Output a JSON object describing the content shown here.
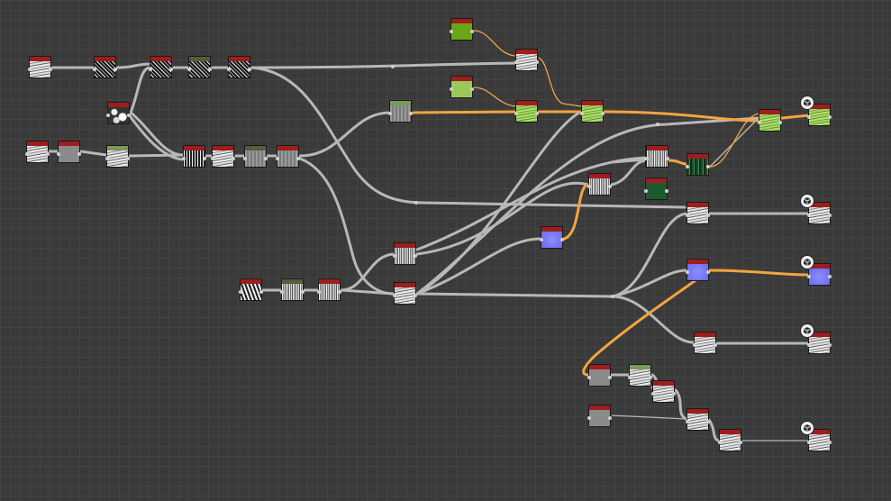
{
  "app": {
    "view": "node-graph-editor"
  },
  "colors": {
    "canvas": "#3a3a3a",
    "grid": "#444444",
    "edge": "#b8b8b8",
    "edge_highlight": "#f2a540",
    "header_red": "#9e1e1e",
    "header_olive": "#5c5a3a",
    "header_green": "#7a9a5a",
    "node_green": "#6aa617",
    "node_lightgreen": "#9cc85a",
    "node_darkgreen": "#1f5a2e",
    "node_blue": "#7b7bff"
  },
  "nodes": [
    {
      "id": "n1",
      "hdr": "red",
      "pattern": "noise-a"
    },
    {
      "id": "n2",
      "hdr": "red",
      "pattern": "noise-b"
    },
    {
      "id": "n3",
      "hdr": "red",
      "pattern": "noise-b"
    },
    {
      "id": "n4",
      "hdr": "olive",
      "pattern": "noise-b"
    },
    {
      "id": "n5",
      "hdr": "red",
      "pattern": "noise-b"
    },
    {
      "id": "n6",
      "hdr": "red",
      "pattern": "blobs"
    },
    {
      "id": "n7",
      "hdr": "red",
      "pattern": "noise-a"
    },
    {
      "id": "n8",
      "hdr": "red",
      "pattern": "grey"
    },
    {
      "id": "n9",
      "hdr": "green",
      "pattern": "noise-a"
    },
    {
      "id": "n10",
      "hdr": "red",
      "pattern": "speckle"
    },
    {
      "id": "n11",
      "hdr": "red",
      "pattern": "noise-a"
    },
    {
      "id": "n12",
      "hdr": "olive",
      "pattern": "grey-stripes"
    },
    {
      "id": "n13",
      "hdr": "red",
      "pattern": "grey-stripes"
    },
    {
      "id": "n14",
      "hdr": "green",
      "pattern": "grey-stripes"
    },
    {
      "id": "n15",
      "hdr": "red",
      "pattern": "solid-green"
    },
    {
      "id": "n16",
      "hdr": "red",
      "pattern": "solid-lightgreen"
    },
    {
      "id": "n17",
      "hdr": "red",
      "pattern": "noise-a"
    },
    {
      "id": "n18",
      "hdr": "red",
      "pattern": "green-noise"
    },
    {
      "id": "n19",
      "hdr": "red",
      "pattern": "green-noise"
    },
    {
      "id": "n20",
      "hdr": "red",
      "pattern": "green-noise"
    },
    {
      "id": "n21",
      "hdr": "red",
      "pattern": "green-noise"
    },
    {
      "id": "n22",
      "hdr": "green",
      "pattern": "dark-green-stripes"
    },
    {
      "id": "n23",
      "hdr": "red",
      "pattern": "dark-green-stripes"
    },
    {
      "id": "n24",
      "hdr": "red",
      "pattern": "solid-darkgreen"
    },
    {
      "id": "n25",
      "hdr": "red",
      "pattern": "vstripes"
    },
    {
      "id": "n26",
      "hdr": "red",
      "pattern": "vstripes"
    },
    {
      "id": "n27",
      "hdr": "red",
      "pattern": "noise-a"
    },
    {
      "id": "n28",
      "hdr": "red",
      "pattern": "solid-blue"
    },
    {
      "id": "n29",
      "hdr": "red",
      "pattern": "zebra"
    },
    {
      "id": "n30",
      "hdr": "olive",
      "pattern": "vstripes"
    },
    {
      "id": "n31",
      "hdr": "red",
      "pattern": "vstripes"
    },
    {
      "id": "n32",
      "hdr": "red",
      "pattern": "vstripes"
    },
    {
      "id": "n33",
      "hdr": "red",
      "pattern": "noise-a"
    },
    {
      "id": "n34",
      "hdr": "red",
      "pattern": "noise-a"
    },
    {
      "id": "n35",
      "hdr": "red",
      "pattern": "solid-blue"
    },
    {
      "id": "n36",
      "hdr": "red",
      "pattern": "solid-blue"
    },
    {
      "id": "n37",
      "hdr": "red",
      "pattern": "noise-a"
    },
    {
      "id": "n38",
      "hdr": "red",
      "pattern": "noise-a"
    },
    {
      "id": "n39",
      "hdr": "red",
      "pattern": "grey"
    },
    {
      "id": "n40",
      "hdr": "green",
      "pattern": "noise-a"
    },
    {
      "id": "n41",
      "hdr": "red",
      "pattern": "noise-a"
    },
    {
      "id": "n42",
      "hdr": "red",
      "pattern": "grey"
    },
    {
      "id": "n43",
      "hdr": "red",
      "pattern": "noise-a"
    },
    {
      "id": "n44",
      "hdr": "red",
      "pattern": "noise-a"
    },
    {
      "id": "n45",
      "hdr": "red",
      "pattern": "noise-a"
    }
  ],
  "output_icons": [
    "output-node-icon",
    "output-node-icon",
    "output-node-icon",
    "output-node-icon",
    "output-node-icon"
  ]
}
